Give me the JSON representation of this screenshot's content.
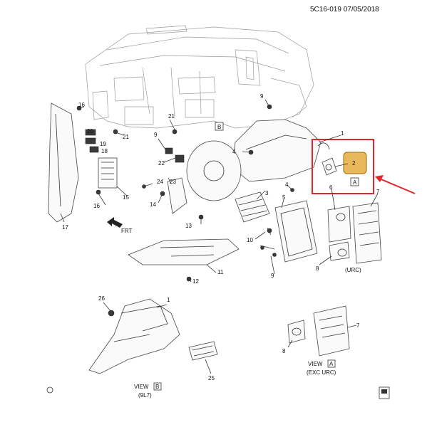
{
  "header": {
    "doc_code": "5C16-019 07/05/2018"
  },
  "callouts": [
    "1",
    "2",
    "3",
    "4",
    "5",
    "6",
    "7",
    "8",
    "9",
    "10",
    "11",
    "12",
    "13",
    "14",
    "15",
    "16",
    "17",
    "18",
    "19",
    "20",
    "21",
    "22",
    "23",
    "24",
    "25",
    "26"
  ],
  "views": {
    "view_b": {
      "title": "VIEW",
      "letter": "B",
      "sub": "(9L7)"
    },
    "view_a_urc_label": "(URC)",
    "view_a": {
      "title": "VIEW",
      "letter": "A",
      "sub": "(EXC URC)"
    }
  },
  "marks": {
    "box_b": "B",
    "box_a": "A",
    "front_label": "FRT"
  },
  "highlight": {
    "callout": "2",
    "box_color": "#e0262b",
    "fill_color": "#e8b85a",
    "arrow_color": "#e0262b"
  }
}
